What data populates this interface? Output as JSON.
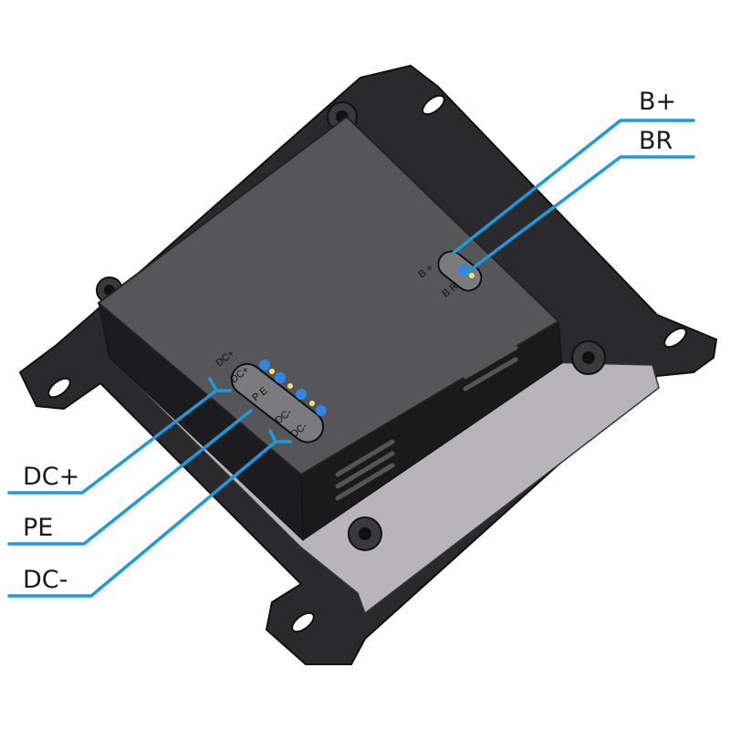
{
  "colors": {
    "leader_line": "#1a9be0",
    "housing": "#555555",
    "heatsink": "#b8b4bc",
    "terminal_blue": "#2f86e6",
    "terminal_yellow": "#f0e27a"
  },
  "callouts": [
    {
      "id": "b-plus",
      "label": "B+"
    },
    {
      "id": "br",
      "label": "BR"
    },
    {
      "id": "dc-plus",
      "label": "DC+"
    },
    {
      "id": "pe",
      "label": "PE"
    },
    {
      "id": "dc-minus",
      "label": "DC-"
    }
  ],
  "silkscreen": {
    "left_terminal": [
      "DC+",
      "DC+",
      "P E",
      "DC-",
      "DC-"
    ],
    "right_terminal": [
      "B +",
      "B R"
    ]
  }
}
